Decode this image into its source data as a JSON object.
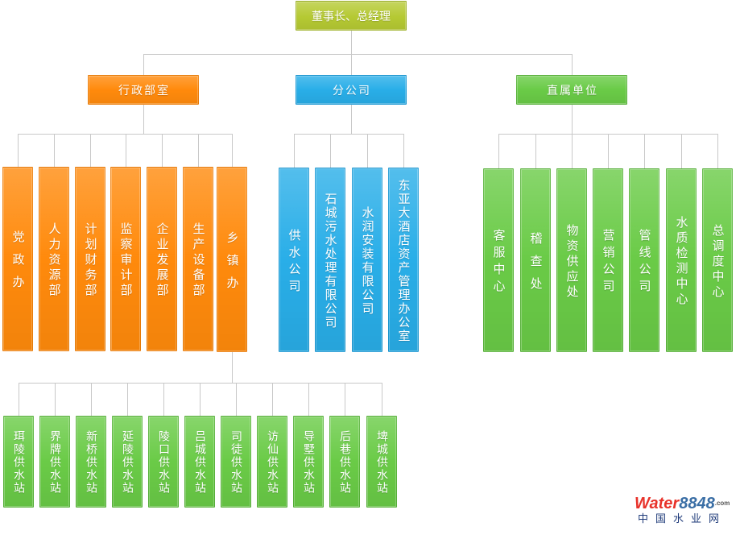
{
  "root": {
    "label": "董事长、总经理"
  },
  "admin": {
    "label": "行政部室",
    "departments": [
      "党政办",
      "人力资源部",
      "计划财务部",
      "监察审计部",
      "企业发展部",
      "生产设备部",
      "乡镇办"
    ]
  },
  "branch": {
    "label": "分公司",
    "companies": [
      "供水公司",
      "石城污水处理有限公司",
      "水润安装有限公司",
      "东亚大酒店资产管理办公室"
    ]
  },
  "direct": {
    "label": "直属单位",
    "units": [
      "客服中心",
      "稽查处",
      "物资供应处",
      "营销公司",
      "管线公司",
      "水质检测中心",
      "总调度中心"
    ]
  },
  "township": {
    "stations": [
      "珥陵供水站",
      "界牌供水站",
      "新桥供水站",
      "延陵供水站",
      "陵口供水站",
      "吕城供水站",
      "司徒供水站",
      "访仙供水站",
      "导墅供水站",
      "后巷供水站",
      "埤城供水站"
    ]
  },
  "watermark": {
    "brand": "Water",
    "brand_number": "8848",
    "brand_suffix": ".com",
    "brand_cn": "中国水业网"
  },
  "colors": {
    "root": "#b5c933",
    "admin": "#ff8a0c",
    "branch": "#29aee8",
    "direct": "#6acb47",
    "connector": "#c8c8c8"
  }
}
